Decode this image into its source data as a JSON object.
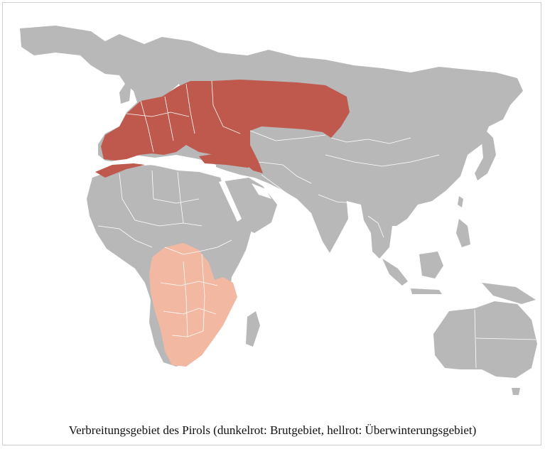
{
  "figure": {
    "caption": "Verbreitungsgebiet des Pirols (dunkelrot: Brutgebiet, hellrot: Überwinterungsgebiet)"
  },
  "map": {
    "colors": {
      "background": "#ffffff",
      "land": "#b8b8b8",
      "border": "#ffffff",
      "breeding": "#c0594d",
      "wintering": "#f2b8a2"
    },
    "regions": [
      {
        "name": "Eurasia",
        "category": "land"
      },
      {
        "name": "Africa",
        "category": "land"
      },
      {
        "name": "Arabia",
        "category": "land"
      },
      {
        "name": "India",
        "category": "land"
      },
      {
        "name": "Southeast Asia",
        "category": "land"
      },
      {
        "name": "Japan",
        "category": "land"
      },
      {
        "name": "Australia",
        "category": "land"
      },
      {
        "name": "Madagascar",
        "category": "land"
      },
      {
        "name": "Breeding range",
        "category": "breeding"
      },
      {
        "name": "Wintering range",
        "category": "wintering"
      }
    ]
  }
}
